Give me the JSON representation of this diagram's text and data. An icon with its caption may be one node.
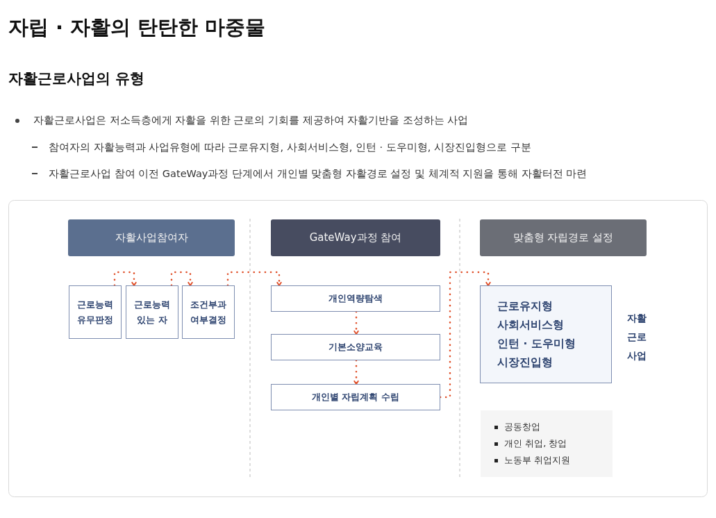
{
  "diagram": {
    "title": "자립 · 자활의 탄탄한 마중물",
    "nodes": [
      {
        "text": [
          "자활사업참여자"
        ]
      },
      {
        "text": [
          "GateWay과정 참여"
        ]
      },
      {
        "text": [
          "맞춤형 자립경로 설정"
        ]
      },
      {
        "text": [
          "근로능력 유무판정"
        ]
      },
      {
        "text": [
          "근로능력 있는 자"
        ]
      },
      {
        "text": [
          "조건부과 여부결정"
        ]
      },
      {
        "text": [
          "개인역량탐색"
        ]
      },
      {
        "text": [
          "기본소양교육"
        ]
      },
      {
        "text": [
          "개인별 자립계획 수립"
        ]
      },
      {
        "text": [
          "근로유지형",
          "사회서비스형",
          "인턴 · 도우미형",
          "시장진입형"
        ],
        "beside": [
          "자활 근로 사업"
        ]
      },
      {
        "text": [
          "공동창업",
          "개인 취업, 창업",
          "노동부 취업지원"
        ]
      }
    ],
    "edges": [
      {
        "from": 3,
        "to": 4,
        "arrow": "to",
        "style": "dashed"
      },
      {
        "from": 4,
        "to": 5,
        "arrow": "to",
        "style": "dashed"
      },
      {
        "from": 5,
        "to": 6,
        "arrow": "to",
        "style": "dashed"
      },
      {
        "from": 6,
        "to": 7,
        "arrow": "to",
        "style": "dashed"
      },
      {
        "from": 7,
        "to": 8,
        "arrow": "to",
        "style": "dashed"
      },
      {
        "from": 8,
        "to": 9,
        "arrow": "to",
        "style": "dashed"
      }
    ],
    "labels": [
      "자활근로사업의 유형",
      "자활근로사업은 저소득층에게 자활을 위한 근로의 기회를 제공하여 자활기반을 조성하는 사업",
      "참여자의 자활능력과 사업유형에 따라 근로유지형, 사회서비스형, 인턴 · 도우미형, 시장진입형으로 구분",
      "자활근로사업 참여 이전 GateWay과정 단계에서 개인별 맞춤형 자활경로 설정 및 체계적 지원을 통해 자활터전 마련"
    ]
  }
}
